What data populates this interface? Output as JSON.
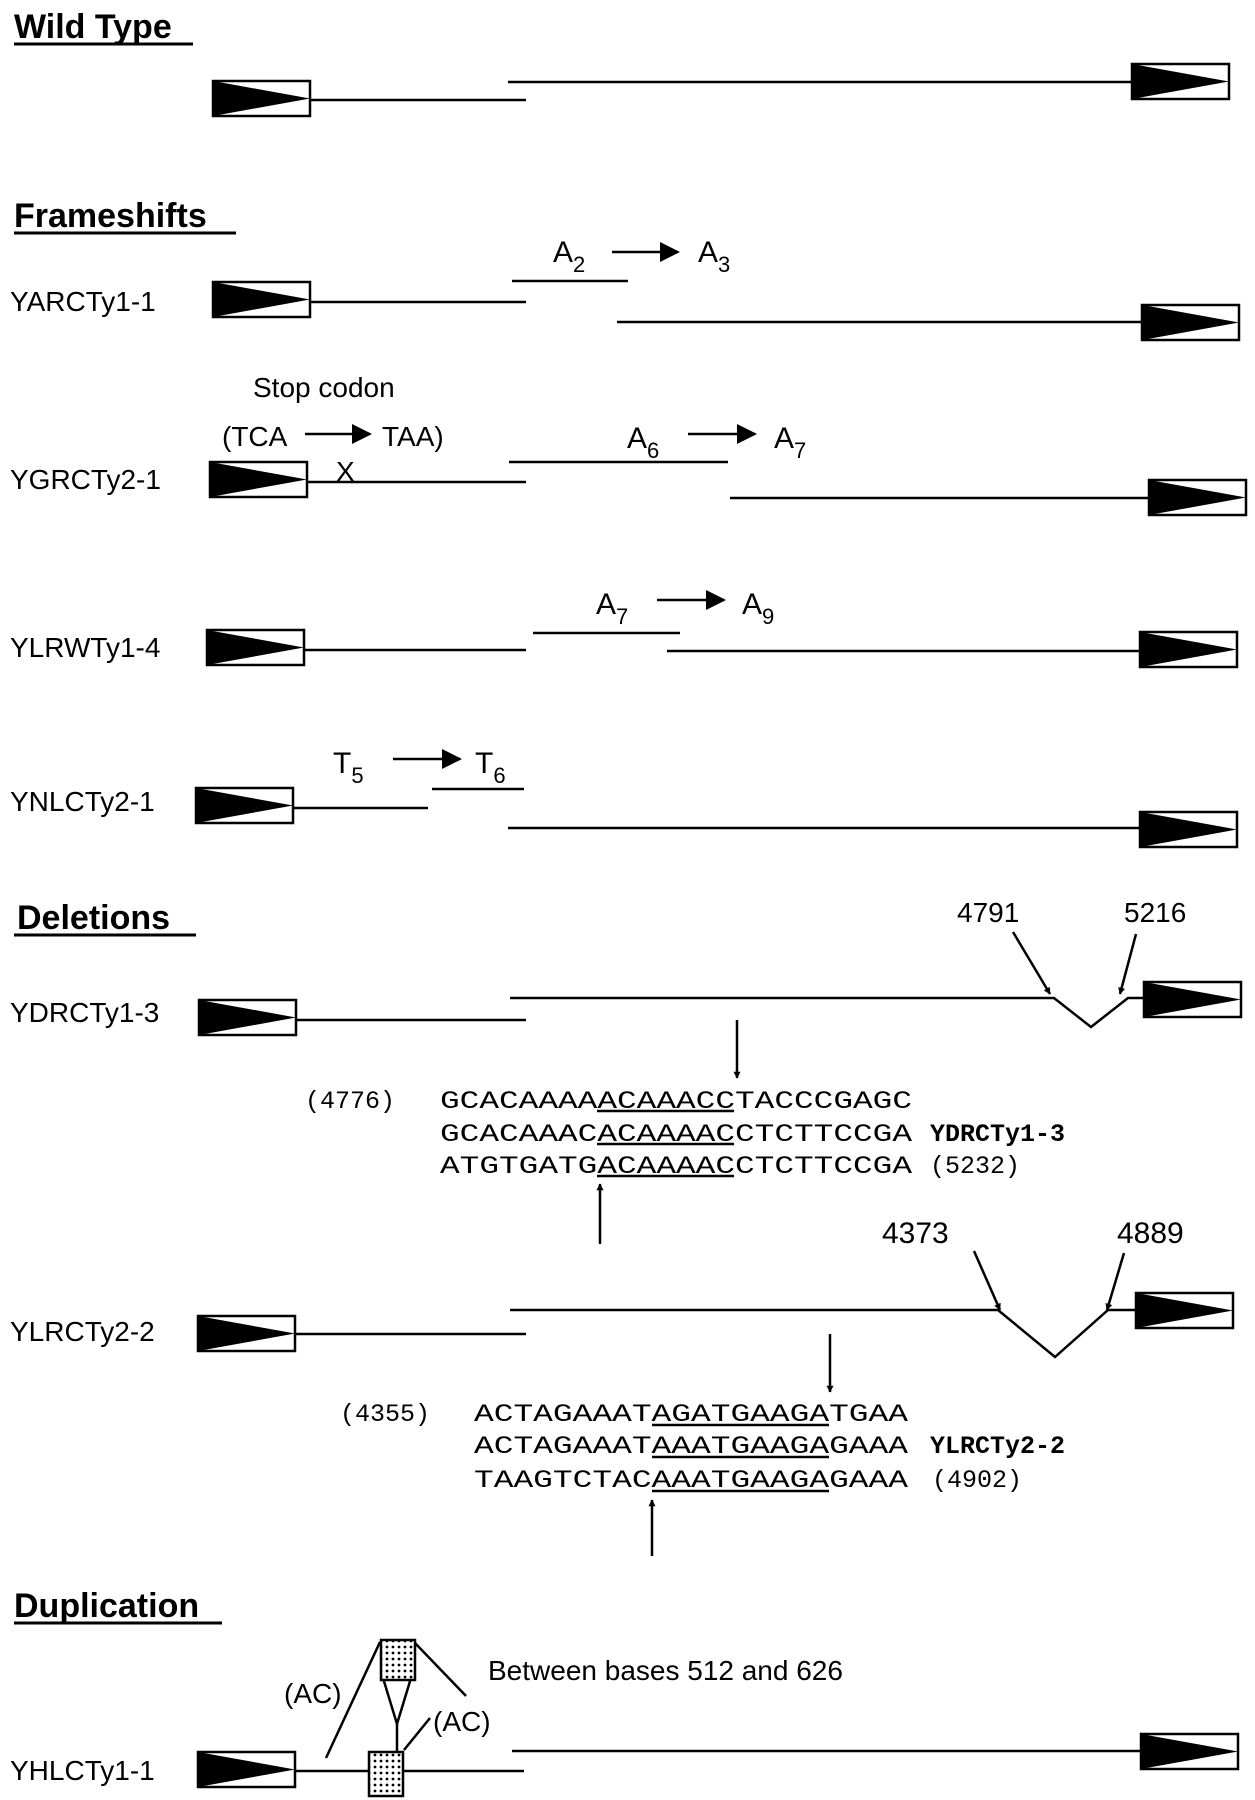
{
  "headings": {
    "wild_type": "Wild Type",
    "frameshifts": "Frameshifts",
    "deletions": "Deletions",
    "duplication": "Duplication"
  },
  "elements": {
    "yarcty1_1": {
      "name": "YARCTy1-1",
      "from": "A",
      "from_sub": "2",
      "to": "A",
      "to_sub": "3"
    },
    "ygrcty2_1": {
      "name": "YGRCTy2-1",
      "stop_label": "Stop  codon",
      "stop_from": "(TCA",
      "stop_to": "TAA)",
      "stop_mark": "X",
      "from": "A",
      "from_sub": "6",
      "to": "A",
      "to_sub": "7"
    },
    "ylrwty1_4": {
      "name": "YLRWTy1-4",
      "from": "A",
      "from_sub": "7",
      "to": "A",
      "to_sub": "9"
    },
    "ynlcty2_1": {
      "name": "YNLCTy2-1",
      "from": "T",
      "from_sub": "5",
      "to": "T",
      "to_sub": "6"
    },
    "ydrcty1_3": {
      "name": "YDRCTy1-3",
      "bp_left": "4791",
      "bp_right": "5216",
      "seq_start": "(4776)",
      "seq1": "GCACAAAAACAAACCTACCCGAGC",
      "seq2": "GCACAAACACAAAACCTCTTCCGA",
      "seq2_label": "YDRCTy1-3",
      "seq3": "ATGTGATGACAAAACCTCTTCCGA",
      "seq_end": "(5232)"
    },
    "ylrcty2_2": {
      "name": "YLRCTy2-2",
      "bp_left": "4373",
      "bp_right": "4889",
      "seq_start": "(4355)",
      "seq1": "ACTAGAAATAGATGAAGATGAA",
      "seq2": "ACTAGAAATAAATGAAGAGAAA",
      "seq2_label": "YLRCTy2-2",
      "seq3": "TAAGTCTACAAATGAAGAGAAA",
      "seq_end": "(4902)"
    },
    "yhlcty1_1": {
      "name": "YHLCTy1-1",
      "ac_left": "(AC)",
      "ac_right": "(AC)",
      "note": "Between bases 512 and 626"
    }
  }
}
